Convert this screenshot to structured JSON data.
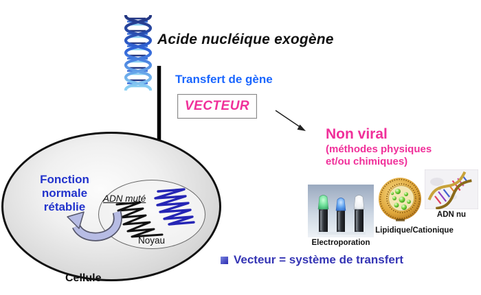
{
  "top": {
    "heading": "Acide nucléique exogène",
    "transfer_label": "Transfert de gène",
    "vector_box_label": "VECTEUR"
  },
  "non_viral": {
    "title": "Non viral",
    "subtitle_line1": "(méthodes physiques",
    "subtitle_line2": "et/ou chimiques)"
  },
  "cell": {
    "function_lines": [
      "Fonction",
      "normale",
      "rétablie"
    ],
    "mutated_dna_label": "ADN muté",
    "nucleus_label": "Noyau",
    "cell_label": "Cellule"
  },
  "methods": [
    {
      "label": "Electroporation"
    },
    {
      "label": "Lipidique/Cationique"
    },
    {
      "label": "ADN nu"
    }
  ],
  "footer": {
    "text": "Vecteur = système de transfert"
  },
  "icons": [
    "dna-helix-icon",
    "down-arrow-icon",
    "diagonal-arrow-icon",
    "curved-arrow-icon",
    "electroporation-photo",
    "liposome-icon",
    "naked-dna-photo"
  ],
  "colors": {
    "magenta": "#f0309a",
    "bright_blue": "#1a66ff",
    "dark_blue": "#2233cc",
    "footer_blue": "#3434b4",
    "black": "#111111",
    "cell_gray": "#cfcfcf"
  }
}
